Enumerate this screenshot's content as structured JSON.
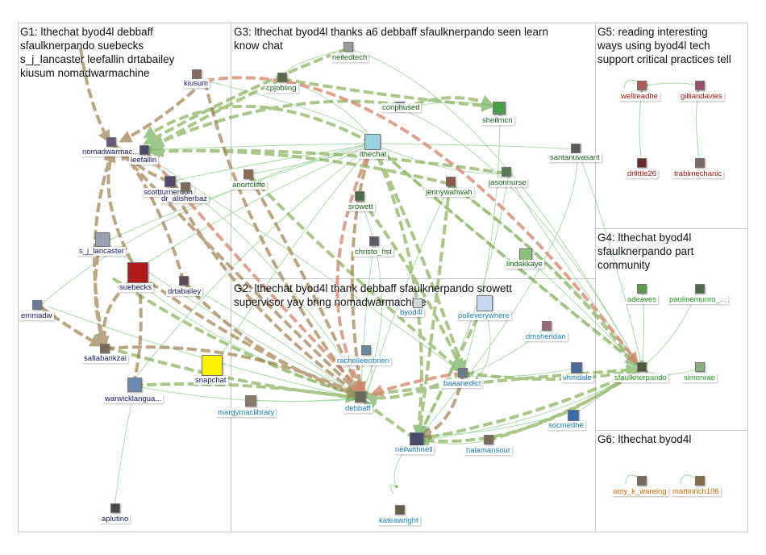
{
  "groups": [
    {
      "id": "G1",
      "title": "G1: lthechat byod4l debbaff\nsfaulknerpando suebecks\ns_j_lancaster leefallin drtabailey\nkiusum nomadwarmachine"
    },
    {
      "id": "G2",
      "title": "G2: lthechat byod4l thank debbaff sfaulknerpando srowett\nsupervisor yay bring nomadwarmachine"
    },
    {
      "id": "G3",
      "title": "G3: lthechat byod4l thanks a6 debbaff sfaulknerpando seen learn\nknow chat"
    },
    {
      "id": "G4",
      "title": "G4: lthechat byod4l\nsfaulknerpando part\ncommunity"
    },
    {
      "id": "G5",
      "title": "G5: reading interesting\nways using byod4l tech\nsupport critical practices tell"
    },
    {
      "id": "G6",
      "title": "G6: lthechat byod4l"
    }
  ],
  "colors": {
    "G1": "#1a1a6e",
    "G2": "#1f7bc2",
    "G3": "#1f5f1f",
    "G4": "#1f9a1f",
    "G5": "#b01212",
    "G6": "#d06a00",
    "edge_light": "#7cc47c",
    "edge_heavy": "#7a9a3a",
    "edge_red": "#d4826a",
    "edge_brown": "#a08050"
  },
  "nodes": [
    {
      "id": "kiusum",
      "label": "kiusum",
      "group": "G1",
      "img": "#8a6a5a"
    },
    {
      "id": "nomadwarmachine",
      "label": "nomadwarmac...",
      "group": "G1",
      "img": "#6a5a7a"
    },
    {
      "id": "leefallin",
      "label": "leefallin",
      "group": "G1",
      "img": "#4a4a6a"
    },
    {
      "id": "scottturneruon",
      "label": "scottturneruon",
      "group": "G1",
      "img": "#5a4a6a"
    },
    {
      "id": "dr_alisherbaz",
      "label": "dr_alisherbaz",
      "group": "G1",
      "img": "#7a6a5a"
    },
    {
      "id": "s_j_lancaster",
      "label": "s_j_lancaster",
      "group": "G1",
      "img": "#9aa0b0"
    },
    {
      "id": "suebecks",
      "label": "suebecks",
      "group": "G1",
      "img": "#b01a1a"
    },
    {
      "id": "drtabailey",
      "label": "drtabailey",
      "group": "G1",
      "img": "#5a4a5a"
    },
    {
      "id": "emmadw",
      "label": "emmadw",
      "group": "G1",
      "img": "#6a7a9a"
    },
    {
      "id": "safiabarikzai",
      "label": "safiabarikzai",
      "group": "G1",
      "img": "#7a6a5a"
    },
    {
      "id": "snapchat",
      "label": "snapchat",
      "group": "G1",
      "img": "#fff200"
    },
    {
      "id": "warwicklanguages",
      "label": "warwicklangua...",
      "group": "G1",
      "img": "#6a8ab0"
    },
    {
      "id": "aplutino",
      "label": "aplutino",
      "group": "G1",
      "img": "#4a4a4a"
    },
    {
      "id": "neiledtech",
      "label": "neiledtech",
      "group": "G3",
      "img": "#9a9a9a"
    },
    {
      "id": "cpjobling",
      "label": "cpjobling",
      "group": "G3",
      "img": "#5a6a4a"
    },
    {
      "id": "conphused",
      "label": "conphused",
      "group": "G3",
      "img": "#7a8a9a"
    },
    {
      "id": "sheilmcn",
      "label": "sheilmcn",
      "group": "G3",
      "img": "#4aa04a"
    },
    {
      "id": "lthechat",
      "label": "lthechat",
      "group": "G3",
      "img": "#9ad0e0"
    },
    {
      "id": "santanuvasant",
      "label": "santanuvasant",
      "group": "G3",
      "img": "#5a5a5a"
    },
    {
      "id": "anortcliffe",
      "label": "anortcliffe",
      "group": "G3",
      "img": "#8a6a4a"
    },
    {
      "id": "jennywahwah",
      "label": "jennywahwah",
      "group": "G3",
      "img": "#8a5a4a"
    },
    {
      "id": "jasonnurse",
      "label": "jasonnurse",
      "group": "G3",
      "img": "#5a7a5a"
    },
    {
      "id": "srowett",
      "label": "srowett",
      "group": "G3",
      "img": "#4a6a4a"
    },
    {
      "id": "christo_hst",
      "label": "christo_hst",
      "group": "G3",
      "img": "#5a5a6a"
    },
    {
      "id": "lindakkaye",
      "label": "lindakkaye",
      "group": "G3",
      "img": "#8ac07a"
    },
    {
      "id": "byod4l",
      "label": "byod4l",
      "group": "G2",
      "img": "#d0d8e0"
    },
    {
      "id": "polleverywhere",
      "label": "polleverywhere",
      "group": "G2",
      "img": "#c8d8f0"
    },
    {
      "id": "dmsheridan",
      "label": "dmsheridan",
      "group": "G2",
      "img": "#9a6a7a"
    },
    {
      "id": "rachelleeobrien",
      "label": "rachelleeobrien",
      "group": "G2",
      "img": "#6a8aa0"
    },
    {
      "id": "vhmdale",
      "label": "vhmdale",
      "group": "G2",
      "img": "#4a6a9a"
    },
    {
      "id": "baaanedict",
      "label": "baaanedict",
      "group": "G2",
      "img": "#6a7a8a"
    },
    {
      "id": "margymaclibrary",
      "label": "margymaclibrary",
      "group": "G2",
      "img": "#8a7a6a"
    },
    {
      "id": "debbaff",
      "label": "debbaff",
      "group": "G2",
      "img": "#6a6a5a"
    },
    {
      "id": "socmedhe",
      "label": "socmedhe",
      "group": "G2",
      "img": "#3a6aaa"
    },
    {
      "id": "neilwithnell",
      "label": "neilwithnell",
      "group": "G2",
      "img": "#4a4a6a"
    },
    {
      "id": "halamansour",
      "label": "halamansour",
      "group": "G2",
      "img": "#7a6a5a"
    },
    {
      "id": "kateawright",
      "label": "kateawright",
      "group": "G2",
      "img": "#6a5a4a"
    },
    {
      "id": "wellreadhe",
      "label": "wellreadhe",
      "group": "G5",
      "img": "#b05a5a"
    },
    {
      "id": "gilliandavies",
      "label": "gilliandavies",
      "group": "G5",
      "img": "#9a4a6a"
    },
    {
      "id": "drlittle26",
      "label": "drlittle26",
      "group": "G5",
      "img": "#6a2a2a"
    },
    {
      "id": "trabimechanic",
      "label": "trabimechanic",
      "group": "G5",
      "img": "#7a6a6a"
    },
    {
      "id": "adeaves",
      "label": "adeaves",
      "group": "G4",
      "img": "#5a9a4a"
    },
    {
      "id": "paulinemunro",
      "label": "paulinemunro_...",
      "group": "G4",
      "img": "#4a6a4a"
    },
    {
      "id": "sfaulknerpando",
      "label": "sfaulknerpando",
      "group": "G4",
      "img": "#4a5a3a"
    },
    {
      "id": "simonrae",
      "label": "simonrae",
      "group": "G4",
      "img": "#8ab07a"
    },
    {
      "id": "amy_k_wareing",
      "label": "amy_k_wareing",
      "group": "G6",
      "img": "#7a6a5a"
    },
    {
      "id": "martinrich106",
      "label": "martinrich106",
      "group": "G6",
      "img": "#8a6a4a"
    }
  ]
}
